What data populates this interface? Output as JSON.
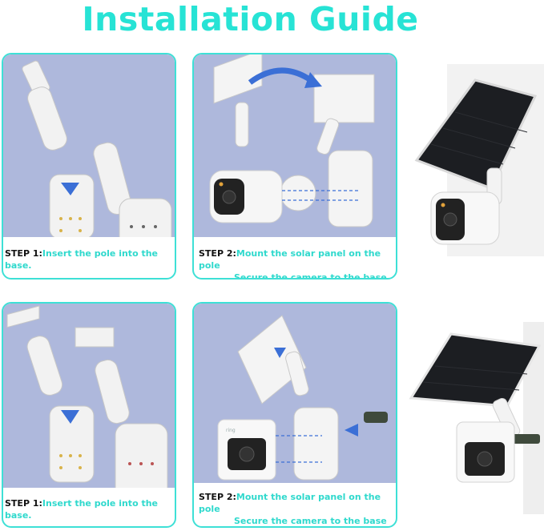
{
  "title": "Installation Guide",
  "panel1": {
    "step": "STEP 1:",
    "text": "Insert the pole into the base."
  },
  "panel2": {
    "step": "STEP 2:",
    "line1": "Mount the solar panel on the pole",
    "line2": "Secure the camera to the base"
  },
  "panel3": {
    "step": "STEP 1:",
    "text": "Insert the pole into the base."
  },
  "panel4": {
    "step": "STEP 2:",
    "line1": "Mount the solar panel on the pole",
    "line2": "Secure the camera to the base"
  },
  "colors": {
    "accent": "#2fd9cd",
    "panel_bg": "#aeb8dc",
    "arrow": "#3b6fd6"
  },
  "logo_text": "ring"
}
